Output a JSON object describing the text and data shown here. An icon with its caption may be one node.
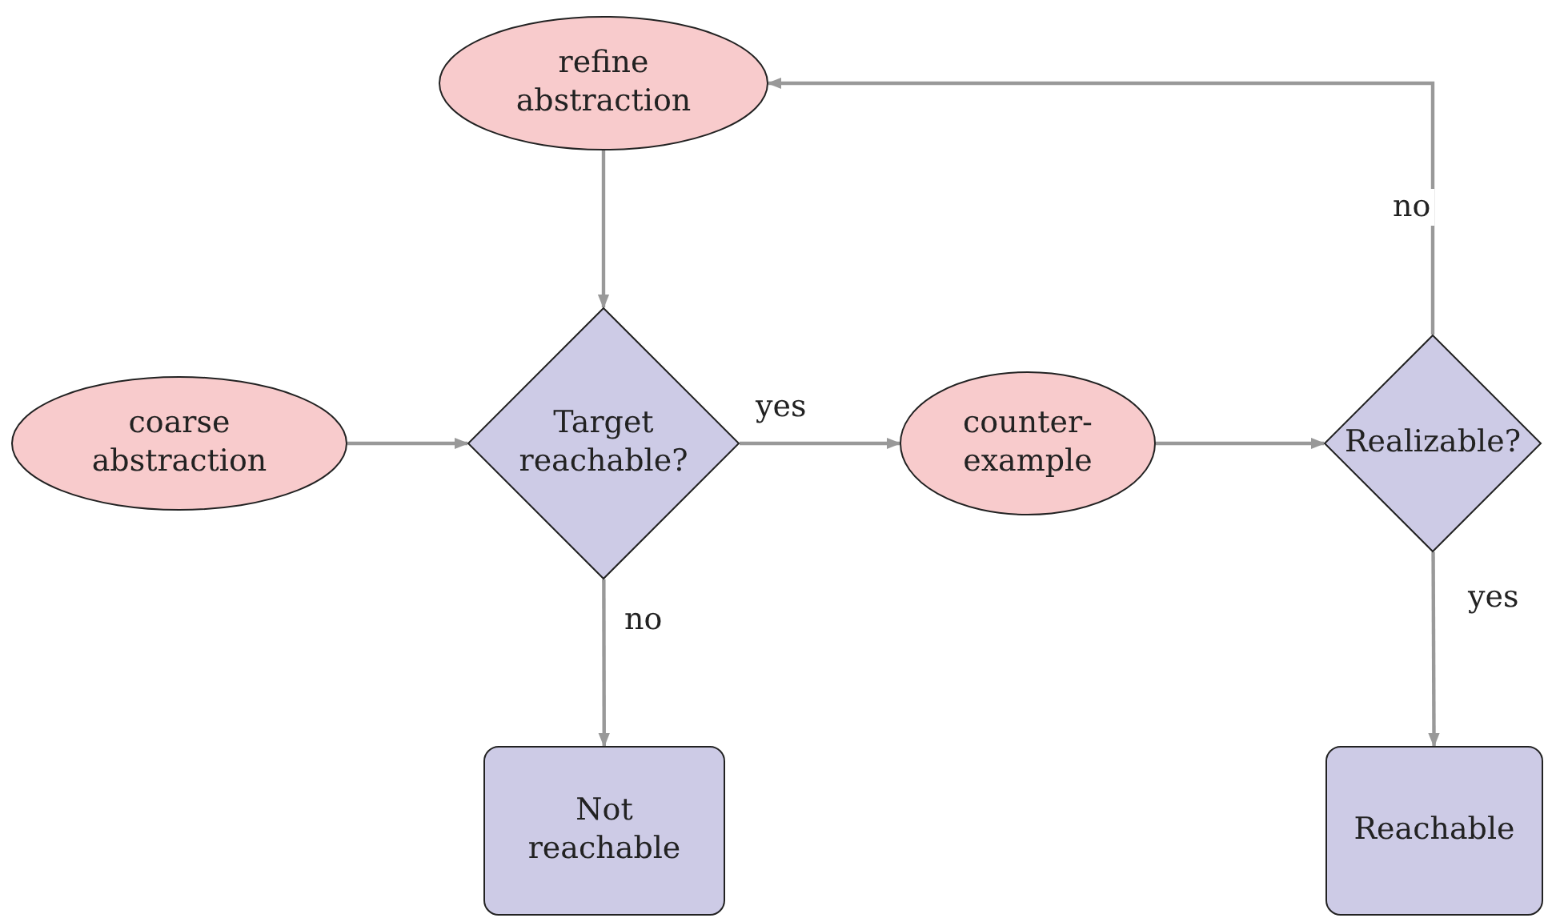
{
  "diagram": {
    "nodes": [
      {
        "text": [
          "refine abstraction"
        ]
      },
      {
        "text": [
          "coarse abstraction"
        ]
      },
      {
        "text": [
          "Target reachable?"
        ]
      },
      {
        "text": [
          "counter-example"
        ]
      },
      {
        "text": [
          "Realizable?"
        ]
      },
      {
        "text": [
          "Not reachable"
        ]
      },
      {
        "text": [
          "Reachable"
        ]
      }
    ],
    "edges": [
      {
        "from": 0,
        "to": 2,
        "arrow": "to"
      },
      {
        "from": 1,
        "to": 2,
        "arrow": "to"
      },
      {
        "from": 2,
        "to": 3,
        "arrow": "to",
        "label": "yes"
      },
      {
        "from": 3,
        "to": 4,
        "arrow": "to"
      },
      {
        "from": 4,
        "to": 0,
        "arrow": "to",
        "label": "no"
      },
      {
        "from": 2,
        "to": 5,
        "arrow": "to",
        "label": "no"
      },
      {
        "from": 4,
        "to": 6,
        "arrow": "to",
        "label": "yes"
      }
    ]
  }
}
